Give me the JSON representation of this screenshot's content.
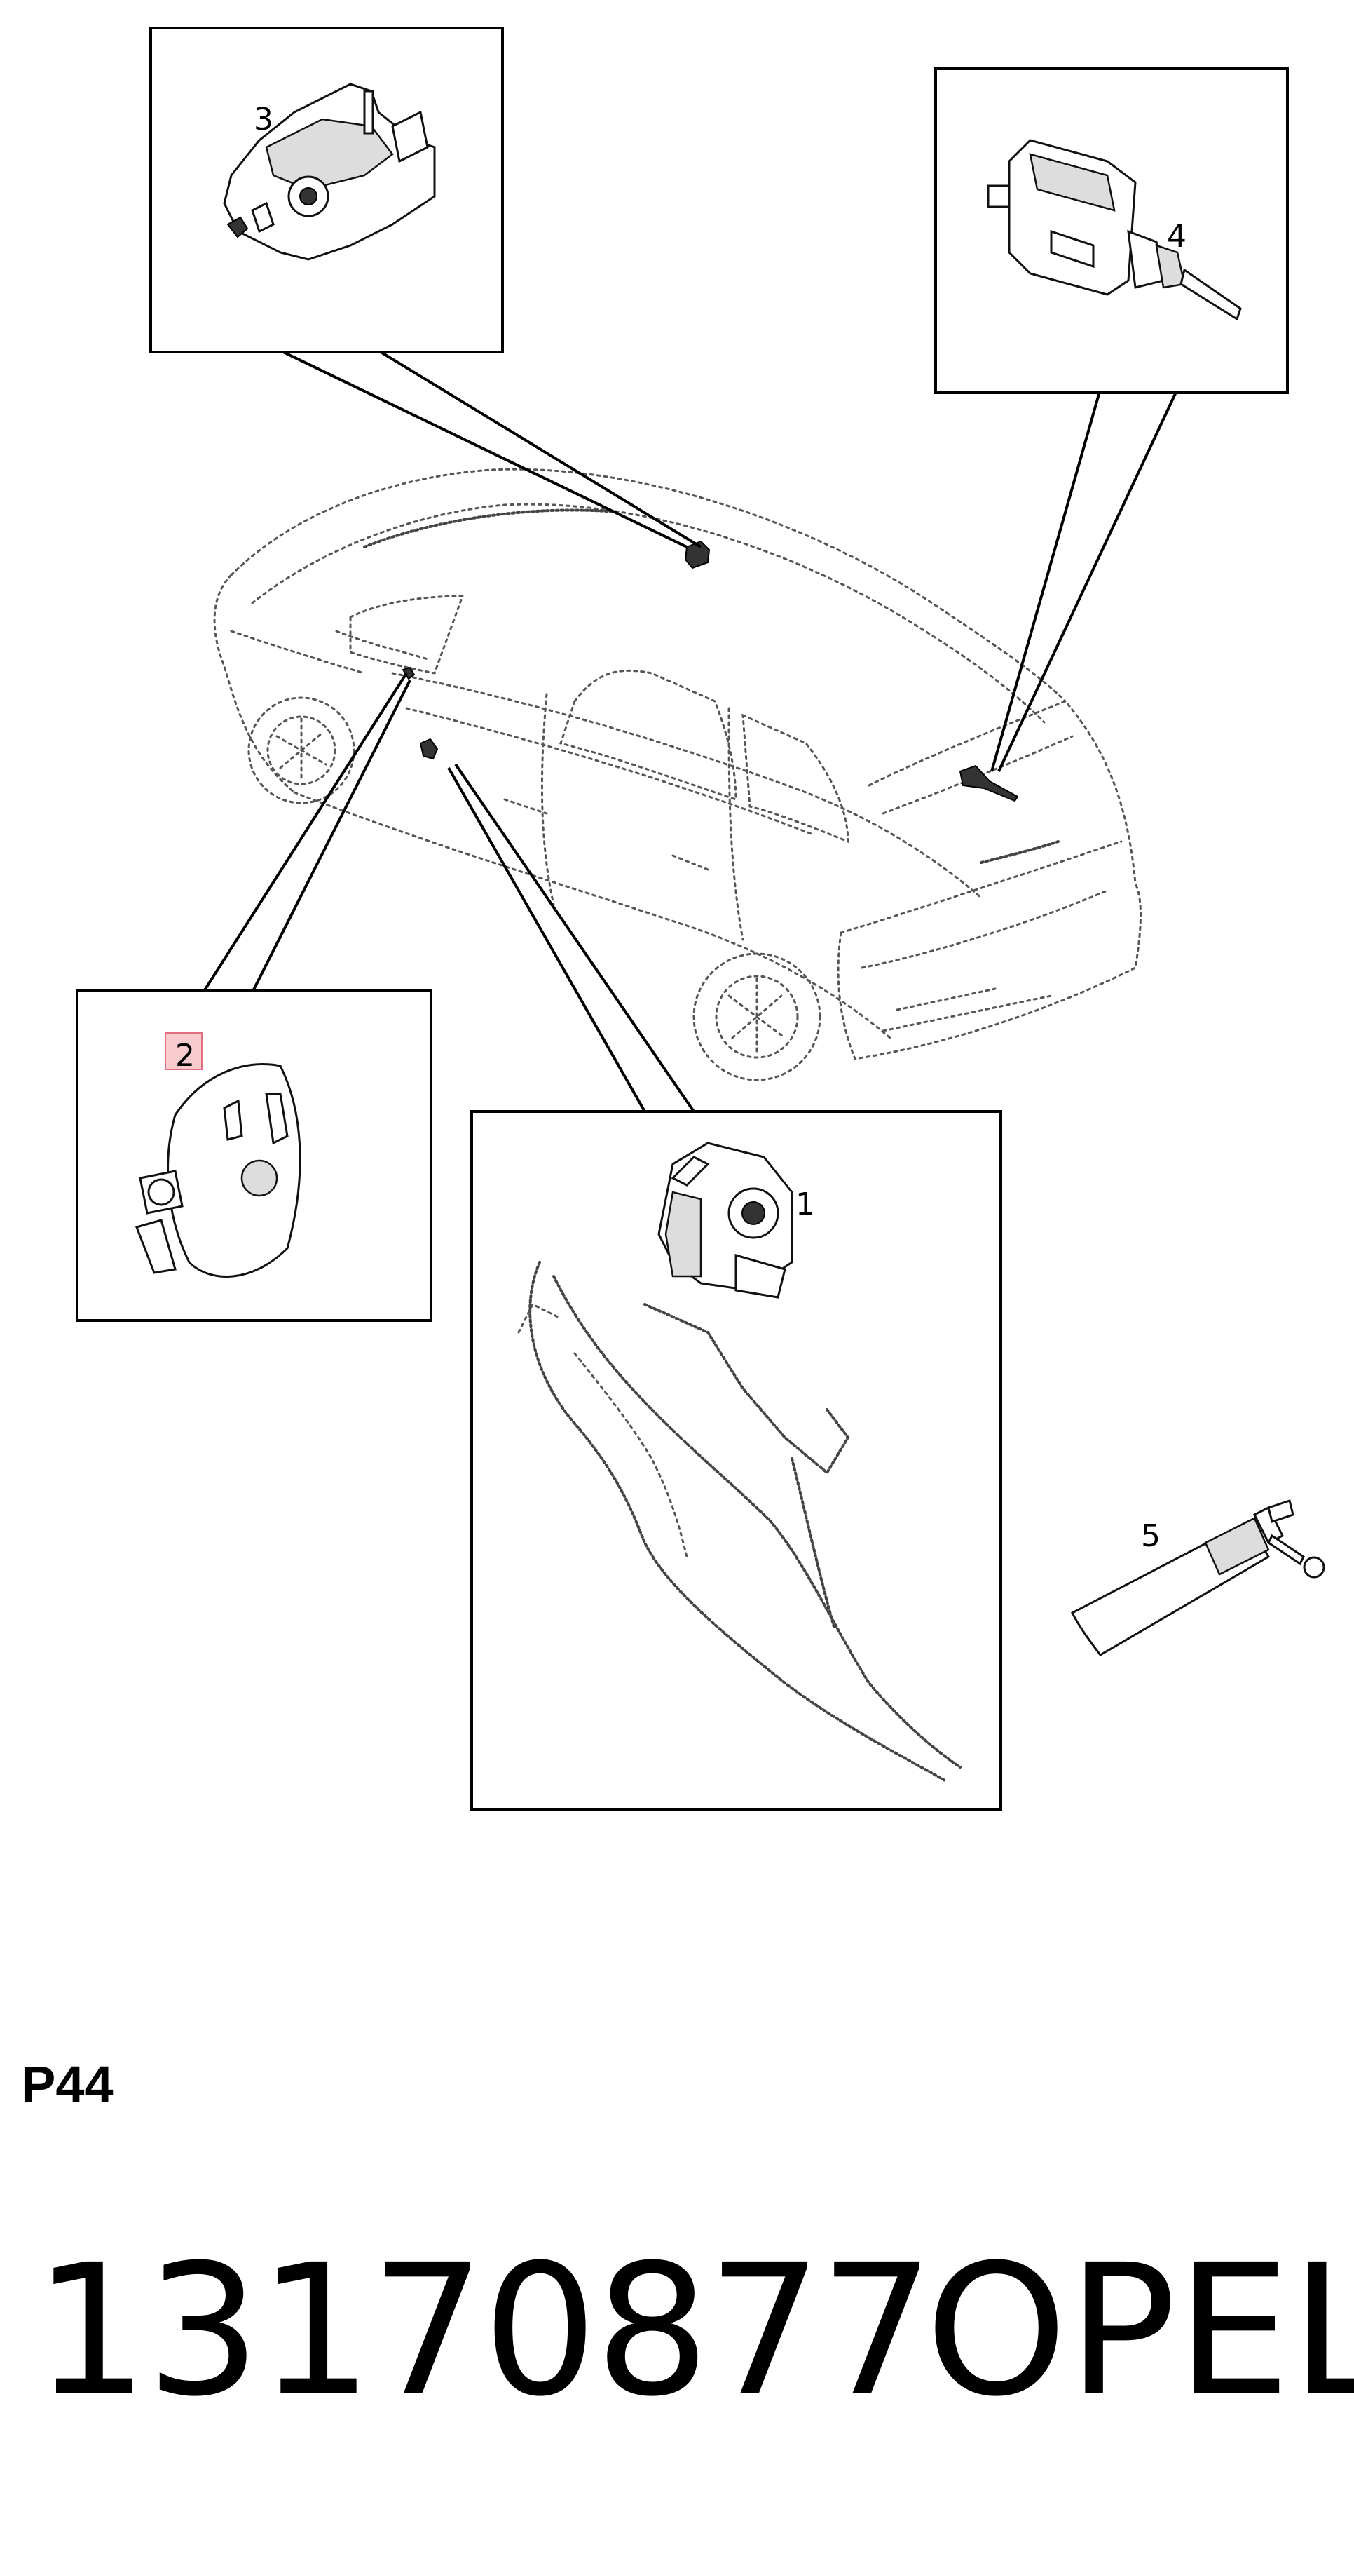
{
  "diagram": {
    "callouts": [
      {
        "number": "1",
        "part": "window-regulator-motor"
      },
      {
        "number": "2",
        "part": "window-regulator-motor-rear"
      },
      {
        "number": "3",
        "part": "wiper-motor"
      },
      {
        "number": "4",
        "part": "fuel-door-actuator"
      },
      {
        "number": "5",
        "part": "tailgate-gas-strut"
      }
    ],
    "highlight_color": "#f2a0a8"
  },
  "footer": {
    "page_code": "P44",
    "part_number": "13170877",
    "brand": "OPEL"
  }
}
